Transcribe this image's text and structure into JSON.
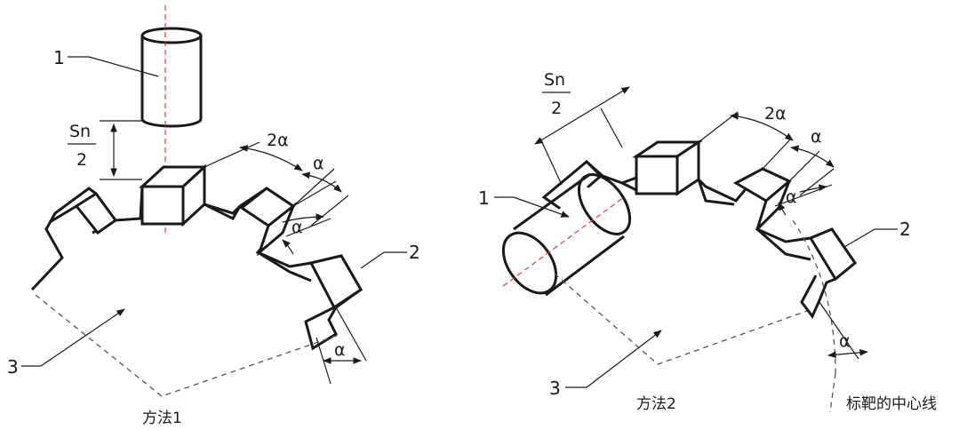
{
  "labels": {
    "method1": {
      "probe_number": "1",
      "gear_number": "2",
      "center_number": "3",
      "gap_label_num": "Sn",
      "gap_label_den": "2",
      "double_angle": "2α",
      "angle_a": "α",
      "angle_b": "α",
      "angle_c": "α",
      "caption": "方法1"
    },
    "method2": {
      "probe_number": "1",
      "gear_number": "2",
      "center_number": "3",
      "gap_label_num": "Sn",
      "gap_label_den": "2",
      "double_angle": "2α",
      "angle_a": "α",
      "angle_b": "α",
      "angle_c": "α",
      "caption": "方法2",
      "target_center_line": "标靶的中心线"
    }
  },
  "colors": {
    "line": "#1a1a1a",
    "centerline": "#e03030",
    "construction": "#555555",
    "background": "#ffffff"
  }
}
